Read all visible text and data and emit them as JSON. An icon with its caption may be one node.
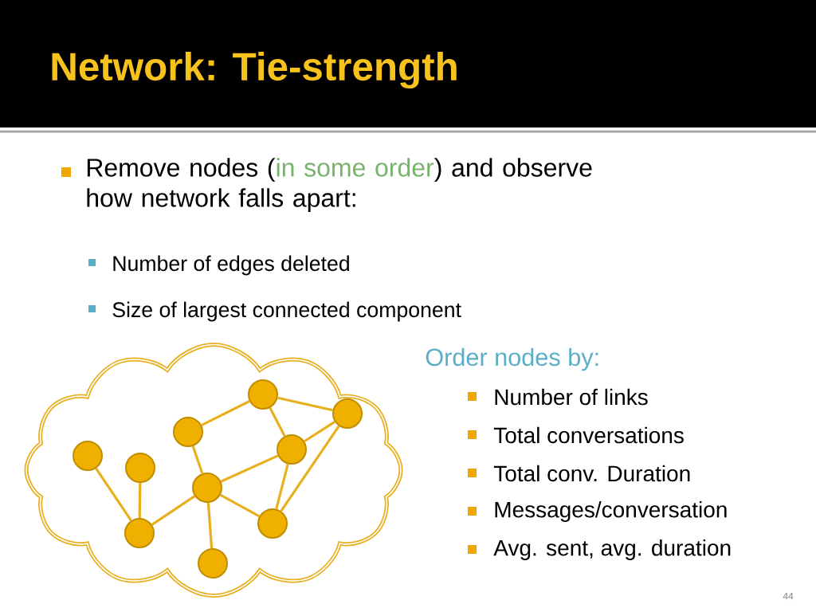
{
  "diagram": {
    "title": "Network: Tie-strength",
    "nodes": [
      {
        "text": [],
        "shape": "cloud"
      },
      {
        "text": [],
        "shape": "circle",
        "in": 0
      },
      {
        "text": [],
        "shape": "circle",
        "in": 0
      },
      {
        "text": [],
        "shape": "circle",
        "in": 0
      },
      {
        "text": [],
        "shape": "circle",
        "in": 0
      },
      {
        "text": [],
        "shape": "circle",
        "in": 0
      },
      {
        "text": [],
        "shape": "circle",
        "in": 0
      },
      {
        "text": [],
        "shape": "circle",
        "in": 0
      },
      {
        "text": [],
        "shape": "circle",
        "in": 0
      },
      {
        "text": [],
        "shape": "circle",
        "in": 0
      },
      {
        "text": [],
        "shape": "circle",
        "in": 0
      }
    ],
    "edges": [
      {
        "from": 1,
        "to": 2,
        "arrow": "none"
      },
      {
        "from": 3,
        "to": 2,
        "arrow": "none"
      },
      {
        "from": 2,
        "to": 5,
        "arrow": "none"
      },
      {
        "from": 4,
        "to": 5,
        "arrow": "none"
      },
      {
        "from": 4,
        "to": 7,
        "arrow": "none"
      },
      {
        "from": 5,
        "to": 9,
        "arrow": "none"
      },
      {
        "from": 5,
        "to": 8,
        "arrow": "none"
      },
      {
        "from": 5,
        "to": 6,
        "arrow": "none"
      },
      {
        "from": 7,
        "to": 10,
        "arrow": "none"
      },
      {
        "from": 7,
        "to": 9,
        "arrow": "none"
      },
      {
        "from": 9,
        "to": 10,
        "arrow": "none"
      },
      {
        "from": 9,
        "to": 8,
        "arrow": "none"
      },
      {
        "from": 8,
        "to": 10,
        "arrow": "none"
      }
    ],
    "labels": [
      "Remove nodes (",
      "in some order",
      ") and observe how network falls apart:",
      "Number of edges deleted",
      "Size of largest connected component",
      "Order nodes by:",
      "Number of links",
      "Total conversations",
      "Total conv. Duration",
      "Messages/conversation",
      "Avg. sent, avg. duration",
      "44"
    ]
  }
}
